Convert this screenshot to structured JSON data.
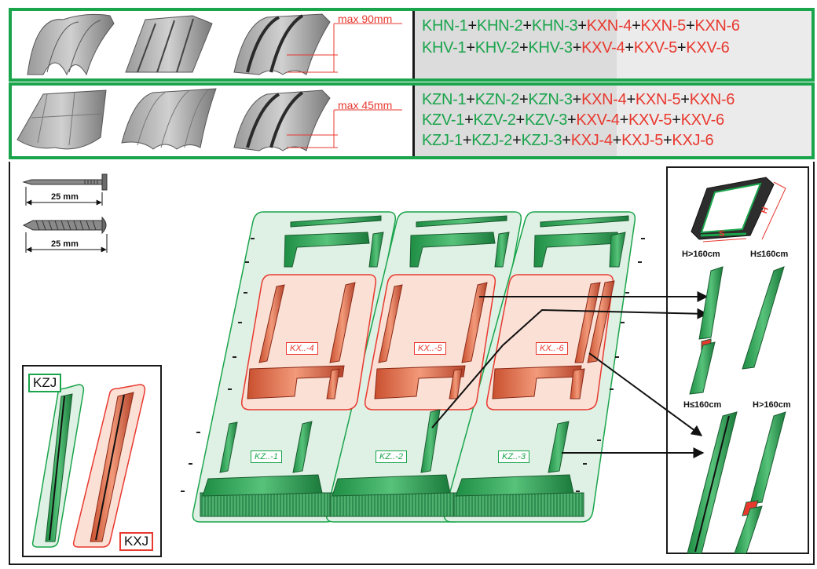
{
  "tiles": {
    "row1": {
      "max_label": "max 90mm",
      "codes": [
        [
          {
            "t": "KHN-1",
            "c": "green"
          },
          {
            "t": "KHN-2",
            "c": "green"
          },
          {
            "t": "KHN-3",
            "c": "green"
          },
          {
            "t": "KXN-4",
            "c": "red"
          },
          {
            "t": "KXN-5",
            "c": "red"
          },
          {
            "t": "KXN-6",
            "c": "red"
          }
        ],
        [
          {
            "t": "KHV-1",
            "c": "green"
          },
          {
            "t": "KHV-2",
            "c": "green"
          },
          {
            "t": "KHV-3",
            "c": "green"
          },
          {
            "t": "KXV-4",
            "c": "red"
          },
          {
            "t": "KXV-5",
            "c": "red"
          },
          {
            "t": "KXV-6",
            "c": "red"
          }
        ]
      ]
    },
    "row2": {
      "max_label": "max 45mm",
      "codes": [
        [
          {
            "t": "KZN-1",
            "c": "green"
          },
          {
            "t": "KZN-2",
            "c": "green"
          },
          {
            "t": "KZN-3",
            "c": "green"
          },
          {
            "t": "KXN-4",
            "c": "red"
          },
          {
            "t": "KXN-5",
            "c": "red"
          },
          {
            "t": "KXN-6",
            "c": "red"
          }
        ],
        [
          {
            "t": "KZV-1",
            "c": "green"
          },
          {
            "t": "KZV-2",
            "c": "green"
          },
          {
            "t": "KZV-3",
            "c": "green"
          },
          {
            "t": "KXV-4",
            "c": "red"
          },
          {
            "t": "KXV-5",
            "c": "red"
          },
          {
            "t": "KXV-6",
            "c": "red"
          }
        ],
        [
          {
            "t": "KZJ-1",
            "c": "green"
          },
          {
            "t": "KZJ-2",
            "c": "green"
          },
          {
            "t": "KZJ-3",
            "c": "green"
          },
          {
            "t": "KXJ-4",
            "c": "red"
          },
          {
            "t": "KXJ-5",
            "c": "red"
          },
          {
            "t": "KXJ-6",
            "c": "red"
          }
        ]
      ]
    }
  },
  "fasteners": {
    "nail_length": "25 mm",
    "screw_length": "25 mm"
  },
  "legend": {
    "kzj": "KZJ",
    "kxj": "KXJ"
  },
  "kits": {
    "red": [
      "KX..-4",
      "KX..-5",
      "KX..-6"
    ],
    "green": [
      "KZ..-1",
      "KZ..-2",
      "KZ..-3"
    ]
  },
  "detail": {
    "frame_h": "H",
    "frame_s": "S",
    "top_left": "H>160cm",
    "top_right": "H≤160cm",
    "bottom_left": "H≤160cm",
    "bottom_right": "H>160cm"
  },
  "colors": {
    "green": "#1aa44c",
    "red": "#e8392f",
    "green_fill": "#dff1e4",
    "red_fill": "#fbe0d6",
    "grey_band": "#d9d9d9"
  }
}
